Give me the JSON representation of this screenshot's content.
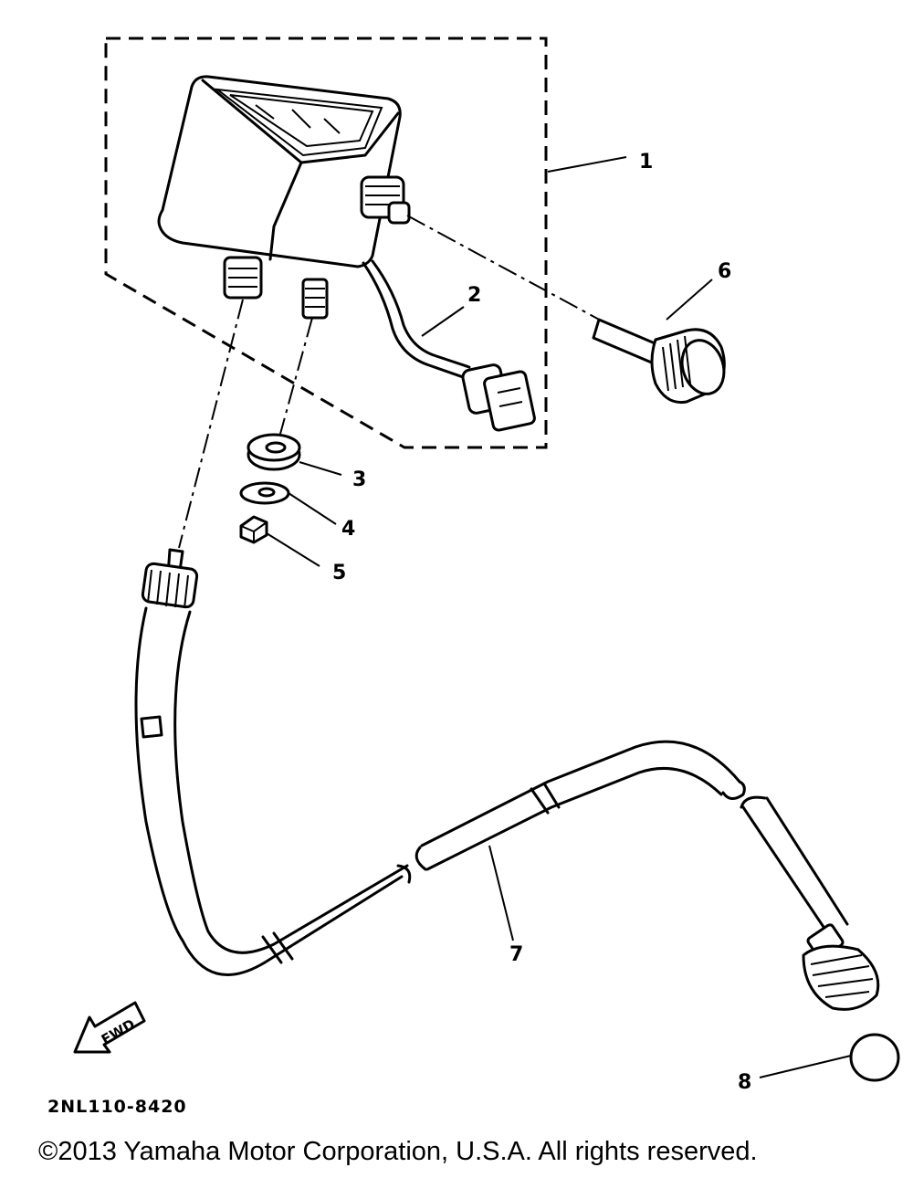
{
  "callouts": [
    "1",
    "2",
    "3",
    "4",
    "5",
    "6",
    "7",
    "8"
  ],
  "fwd_label": "FWD",
  "part_code": "2NL110-8420",
  "copyright": "©2013 Yamaha Motor Corporation, U.S.A. All rights reserved."
}
